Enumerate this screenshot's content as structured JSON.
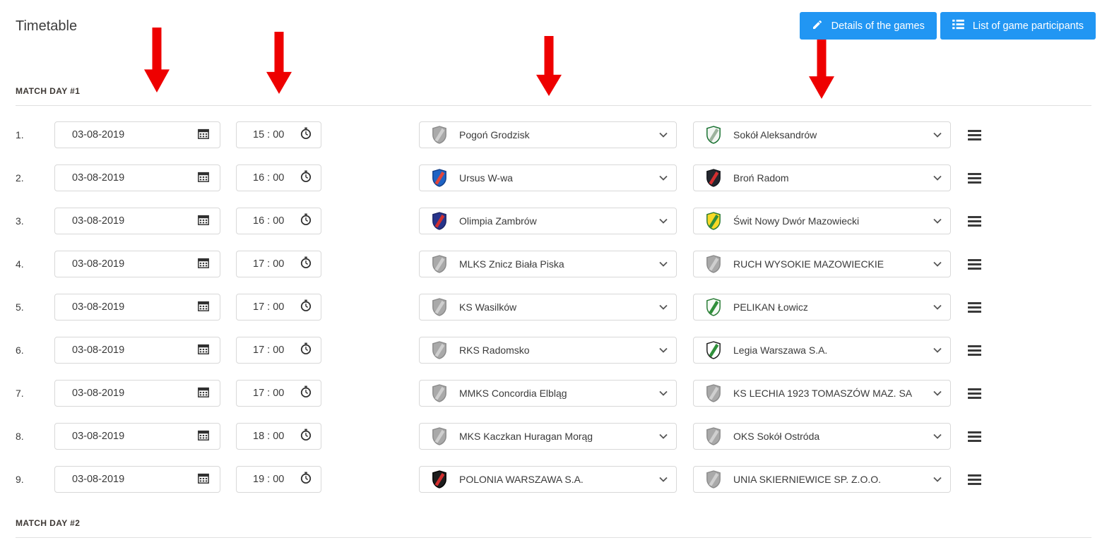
{
  "page": {
    "title": "Timetable"
  },
  "colors": {
    "accent": "#2196f3",
    "annotation_red": "#ee0000"
  },
  "toolbar": {
    "details_label": "Details of the games",
    "participants_label": "List of game participants"
  },
  "sections": [
    {
      "label": "MATCH DAY #1",
      "matches": [
        {
          "num": "1.",
          "date": "03-08-2019",
          "time": "15 : 00",
          "home": "Pogoń Grodzisk",
          "away": "Sokół Aleksandrów",
          "home_crest_colors": [
            "#a9a9a9",
            "#cfcfcf",
            "#8c8c8c"
          ],
          "away_crest_colors": [
            "#f2f6f2",
            "#9db39d",
            "#156f2e"
          ]
        },
        {
          "num": "2.",
          "date": "03-08-2019",
          "time": "16 : 00",
          "home": "Ursus W-wa",
          "away": "Broń Radom",
          "home_crest_colors": [
            "#1e63c4",
            "#e2453a",
            "#123f8a"
          ],
          "away_crest_colors": [
            "#23262e",
            "#d32f2f",
            "#14161b"
          ]
        },
        {
          "num": "3.",
          "date": "03-08-2019",
          "time": "16 : 00",
          "home": "Olimpia Zambrów",
          "away": "Świt Nowy Dwór Mazowiecki",
          "home_crest_colors": [
            "#27348b",
            "#d12f2f",
            "#1c2566"
          ],
          "away_crest_colors": [
            "#f7d927",
            "#2f8f3a",
            "#2a7a33"
          ]
        },
        {
          "num": "4.",
          "date": "03-08-2019",
          "time": "17 : 00",
          "home": "MLKS Znicz Biała Piska",
          "away": "RUCH WYSOKIE MAZOWIECKIE",
          "home_crest_colors": [
            "#a9a9a9",
            "#cfcfcf",
            "#8c8c8c"
          ],
          "away_crest_colors": [
            "#a9a9a9",
            "#cfcfcf",
            "#8c8c8c"
          ]
        },
        {
          "num": "5.",
          "date": "03-08-2019",
          "time": "17 : 00",
          "home": "KS Wasilków",
          "away": "PELIKAN Łowicz",
          "home_crest_colors": [
            "#a9a9a9",
            "#cfcfcf",
            "#8c8c8c"
          ],
          "away_crest_colors": [
            "#f4faf4",
            "#2f8f3a",
            "#267a33"
          ]
        },
        {
          "num": "6.",
          "date": "03-08-2019",
          "time": "17 : 00",
          "home": "RKS Radomsko",
          "away": "Legia Warszawa S.A.",
          "home_crest_colors": [
            "#a9a9a9",
            "#cfcfcf",
            "#8c8c8c"
          ],
          "away_crest_colors": [
            "#ffffff",
            "#2f8f3a",
            "#1c1c1c"
          ]
        },
        {
          "num": "7.",
          "date": "03-08-2019",
          "time": "17 : 00",
          "home": "MMKS Concordia Elbląg",
          "away": "KS LECHIA 1923 TOMASZÓW MAZ. SA",
          "home_crest_colors": [
            "#a9a9a9",
            "#cfcfcf",
            "#8c8c8c"
          ],
          "away_crest_colors": [
            "#a9a9a9",
            "#cfcfcf",
            "#8c8c8c"
          ]
        },
        {
          "num": "8.",
          "date": "03-08-2019",
          "time": "18 : 00",
          "home": "MKS Kaczkan Huragan Morąg",
          "away": "OKS Sokół Ostróda",
          "home_crest_colors": [
            "#a9a9a9",
            "#cfcfcf",
            "#8c8c8c"
          ],
          "away_crest_colors": [
            "#a9a9a9",
            "#cfcfcf",
            "#8c8c8c"
          ]
        },
        {
          "num": "9.",
          "date": "03-08-2019",
          "time": "19 : 00",
          "home": "POLONIA WARSZAWA S.A.",
          "away": "UNIA SKIERNIEWICE SP. Z.O.O.",
          "home_crest_colors": [
            "#1d1d1d",
            "#d32f2f",
            "#000000"
          ],
          "away_crest_colors": [
            "#a9a9a9",
            "#cfcfcf",
            "#8c8c8c"
          ]
        }
      ]
    },
    {
      "label": "MATCH DAY #2",
      "matches": []
    }
  ]
}
